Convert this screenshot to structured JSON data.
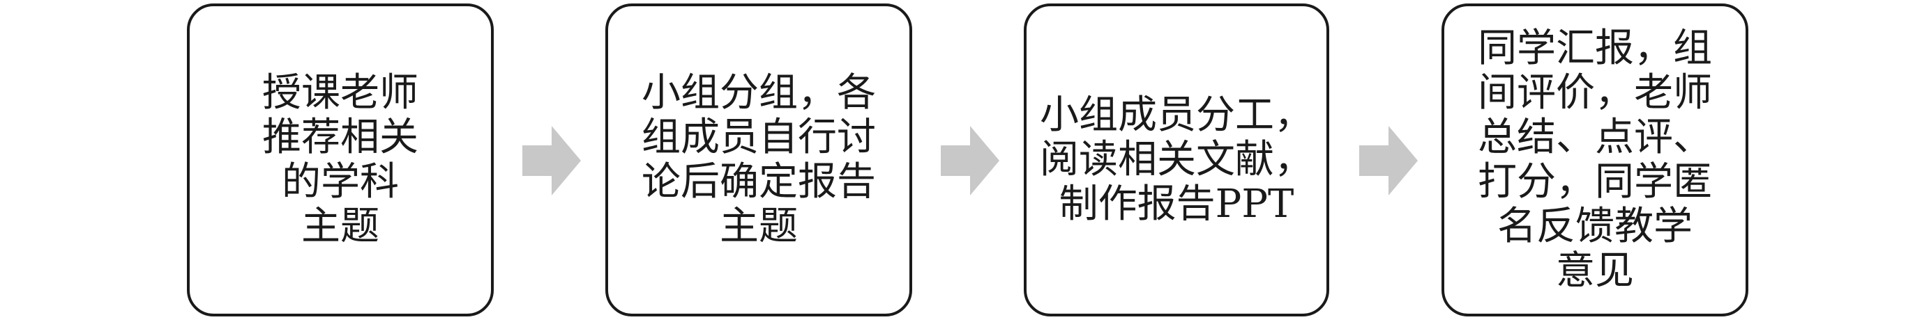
{
  "colors": {
    "box_border": "#1a1a1a",
    "text": "#1a1a1a",
    "arrow": "#c8c8c8",
    "background": "#ffffff"
  },
  "steps": [
    {
      "lines": [
        "授课老师",
        "推荐相关",
        "的学科",
        "主题"
      ]
    },
    {
      "lines": [
        "小组分组，各",
        "组成员自行讨",
        "论后确定报告",
        "主题"
      ]
    },
    {
      "lines": [
        "小组成员分工，",
        "阅读相关文献，",
        "制作报告PPT"
      ]
    },
    {
      "lines": [
        "同学汇报，组",
        "间评价，老师",
        "总结、点评、",
        "打分，同学匿",
        "名反馈教学",
        "意见"
      ]
    }
  ],
  "connectors": [
    {
      "icon": "right-arrow-icon"
    },
    {
      "icon": "right-arrow-icon"
    },
    {
      "icon": "right-arrow-icon"
    }
  ]
}
